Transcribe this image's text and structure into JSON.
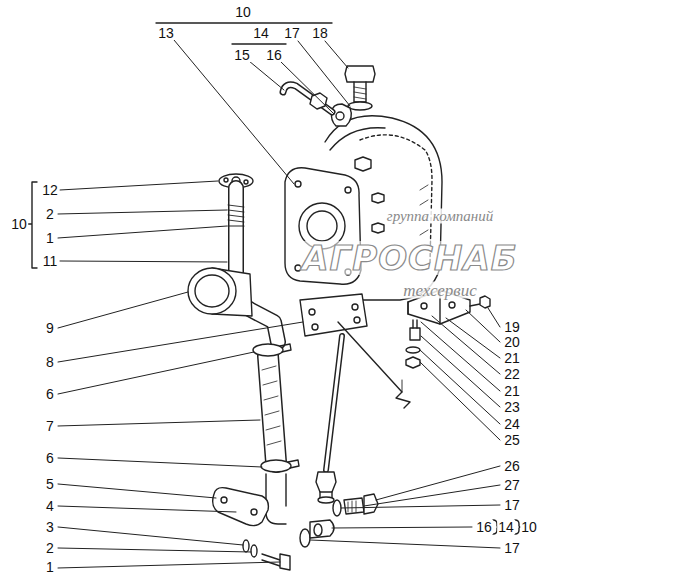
{
  "diagram": {
    "labels": [
      "10",
      "13",
      "14",
      "17",
      "18",
      "15",
      "16",
      "12",
      "2",
      "1",
      "11",
      "10",
      "9",
      "8",
      "6",
      "7",
      "6",
      "5",
      "4",
      "3",
      "2",
      "1",
      "19",
      "20",
      "21",
      "22",
      "21",
      "23",
      "24",
      "25",
      "26",
      "27",
      "17",
      "16",
      "14",
      "10",
      "17",
      "группа компаний",
      "АГРОСНАБ",
      "техсервис"
    ]
  }
}
